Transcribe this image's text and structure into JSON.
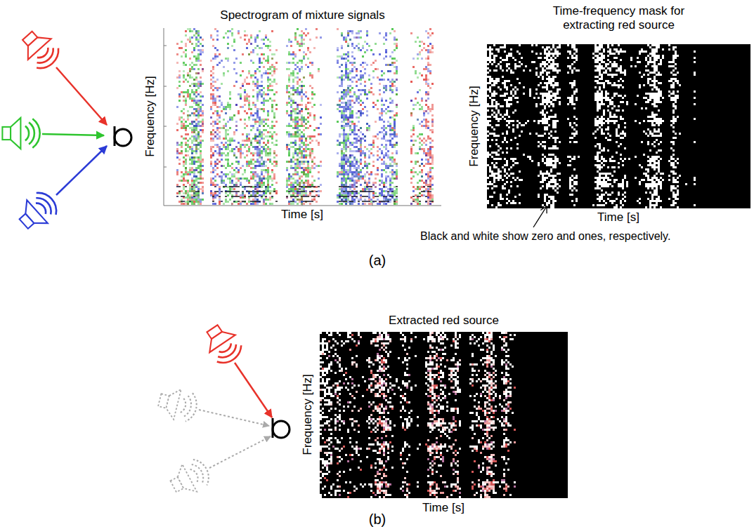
{
  "diagram": {
    "nodes": [
      {
        "text": [
          "Spectrogram of mixture signals"
        ]
      },
      {
        "text": [
          "Time-frequency mask for extracting red source"
        ]
      },
      {
        "text": [
          "Extracted red source"
        ]
      }
    ],
    "labels": [
      "Frequency [Hz]",
      "Time [s]",
      "Frequency [Hz]",
      "Time [s]",
      "Black and white show zero and ones, respectively.",
      "(a)",
      "Frequency [Hz]",
      "Time [s]",
      "(b)"
    ]
  }
}
